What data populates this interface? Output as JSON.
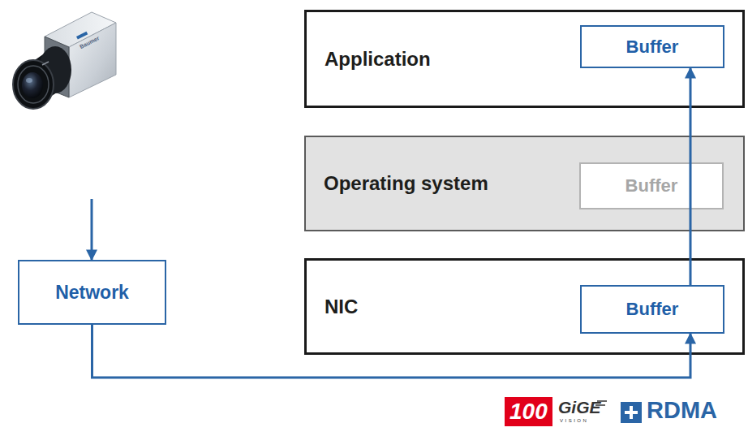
{
  "diagram": {
    "nodes": [
      {
        "text": [
          "Application"
        ]
      },
      {
        "text": [
          "Buffer"
        ],
        "in": 0
      },
      {
        "text": [
          "Operating system"
        ]
      },
      {
        "text": [
          "Buffer"
        ],
        "in": 2
      },
      {
        "text": [
          "Network"
        ]
      },
      {
        "text": [
          "NIC"
        ]
      },
      {
        "text": [
          "Buffer"
        ],
        "in": 5
      }
    ],
    "edges": [
      {
        "from": 4,
        "to": 6,
        "arrow": "to"
      },
      {
        "from": 6,
        "to": 1,
        "arrow": "to"
      }
    ],
    "labels": [
      "Baumer",
      "100",
      "GiGE",
      "VISION",
      "RDMA"
    ]
  }
}
